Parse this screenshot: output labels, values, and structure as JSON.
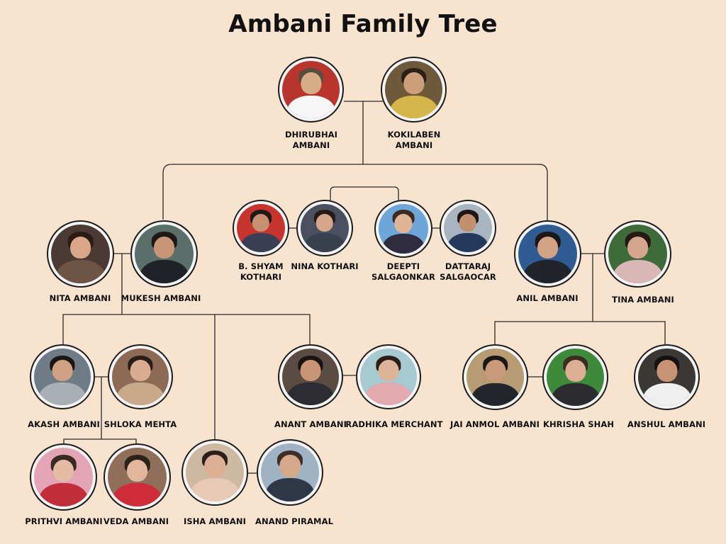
{
  "title": "Ambani Family Tree",
  "colors": {
    "background": "#f8e3cf",
    "line": "#2a2a2a"
  },
  "people": {
    "dhirubhai": {
      "line1": "DHIRUBHAI",
      "line2": "AMBANI",
      "icon": "person-photo"
    },
    "kokilaben": {
      "line1": "KOKILABEN",
      "line2": "AMBANI",
      "icon": "person-photo"
    },
    "shyam": {
      "line1": "B. SHYAM",
      "line2": "KOTHARI",
      "icon": "person-photo"
    },
    "nina": {
      "line1": "NINA KOTHARI",
      "icon": "person-photo"
    },
    "deepti": {
      "line1": "DEEPTI",
      "line2": "SALGAONKAR",
      "icon": "person-photo"
    },
    "dattaraj": {
      "line1": "DATTARAJ",
      "line2": "SALGAOCAR",
      "icon": "person-photo"
    },
    "nita": {
      "line1": "NITA AMBANI",
      "icon": "person-photo"
    },
    "mukesh": {
      "line1": "MUKESH AMBANI",
      "icon": "person-photo"
    },
    "anil": {
      "line1": "ANIL AMBANI",
      "icon": "person-photo"
    },
    "tina": {
      "line1": "TINA AMBANI",
      "icon": "person-photo"
    },
    "akash": {
      "line1": "AKASH AMBANI",
      "icon": "person-photo"
    },
    "shloka": {
      "line1": "SHLOKA MEHTA",
      "icon": "person-photo"
    },
    "anant": {
      "line1": "ANANT AMBANI",
      "icon": "person-photo"
    },
    "radhika": {
      "line1": "RADHIKA MERCHANT",
      "icon": "person-photo"
    },
    "jai": {
      "line1": "JAI ANMOL AMBANI",
      "icon": "person-photo"
    },
    "khrisha": {
      "line1": "KHRISHA SHAH",
      "icon": "person-photo"
    },
    "anshul": {
      "line1": "ANSHUL AMBANI",
      "icon": "person-photo"
    },
    "prithvi": {
      "line1": "PRITHVI AMBANI",
      "icon": "person-photo"
    },
    "veda": {
      "line1": "VEDA AMBANI",
      "icon": "person-photo"
    },
    "isha": {
      "line1": "ISHA AMBANI",
      "icon": "person-photo"
    },
    "anand": {
      "line1": "ANAND PIRAMAL",
      "icon": "person-photo"
    }
  }
}
